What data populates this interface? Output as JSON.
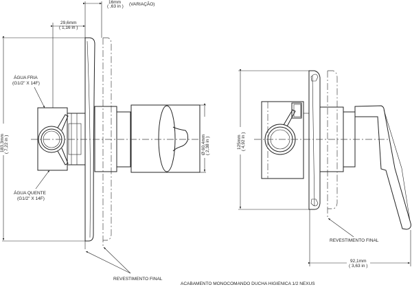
{
  "left_view": {
    "depth_dim": {
      "mm": "16mm",
      "in": "( ,63 in )",
      "note": "(VARIAÇÃO)"
    },
    "offset_dim": {
      "mm": "29,6mm",
      "in": "( 1,16 in )"
    },
    "height_dim": {
      "mm": "183,3mm",
      "in": "( 7,22 in )"
    },
    "diameter_dim": {
      "mm": "Ø 60,4mm",
      "in": "( 2,38 in )"
    },
    "cold_label": {
      "line1": "ÁGUA FRIA",
      "line2": "(G1/2\" X 14F)"
    },
    "hot_label": {
      "line1": "ÁGUA QUENTE",
      "line2": "(G1/2\" X 14F)"
    },
    "finish_label": "REVESTIMENTO FINAL"
  },
  "right_view": {
    "height_dim": {
      "mm": "125mm",
      "in": "( 4,92 in )"
    },
    "depth_dim": {
      "mm": "92,1mm",
      "in": "( 3,63 in )"
    },
    "finish_label": "REVESTIMENTO FINAL"
  },
  "title": "ACABAMENTO MONOCOMANDO DUCHA HIGIENICA 1/2 NEXUS"
}
